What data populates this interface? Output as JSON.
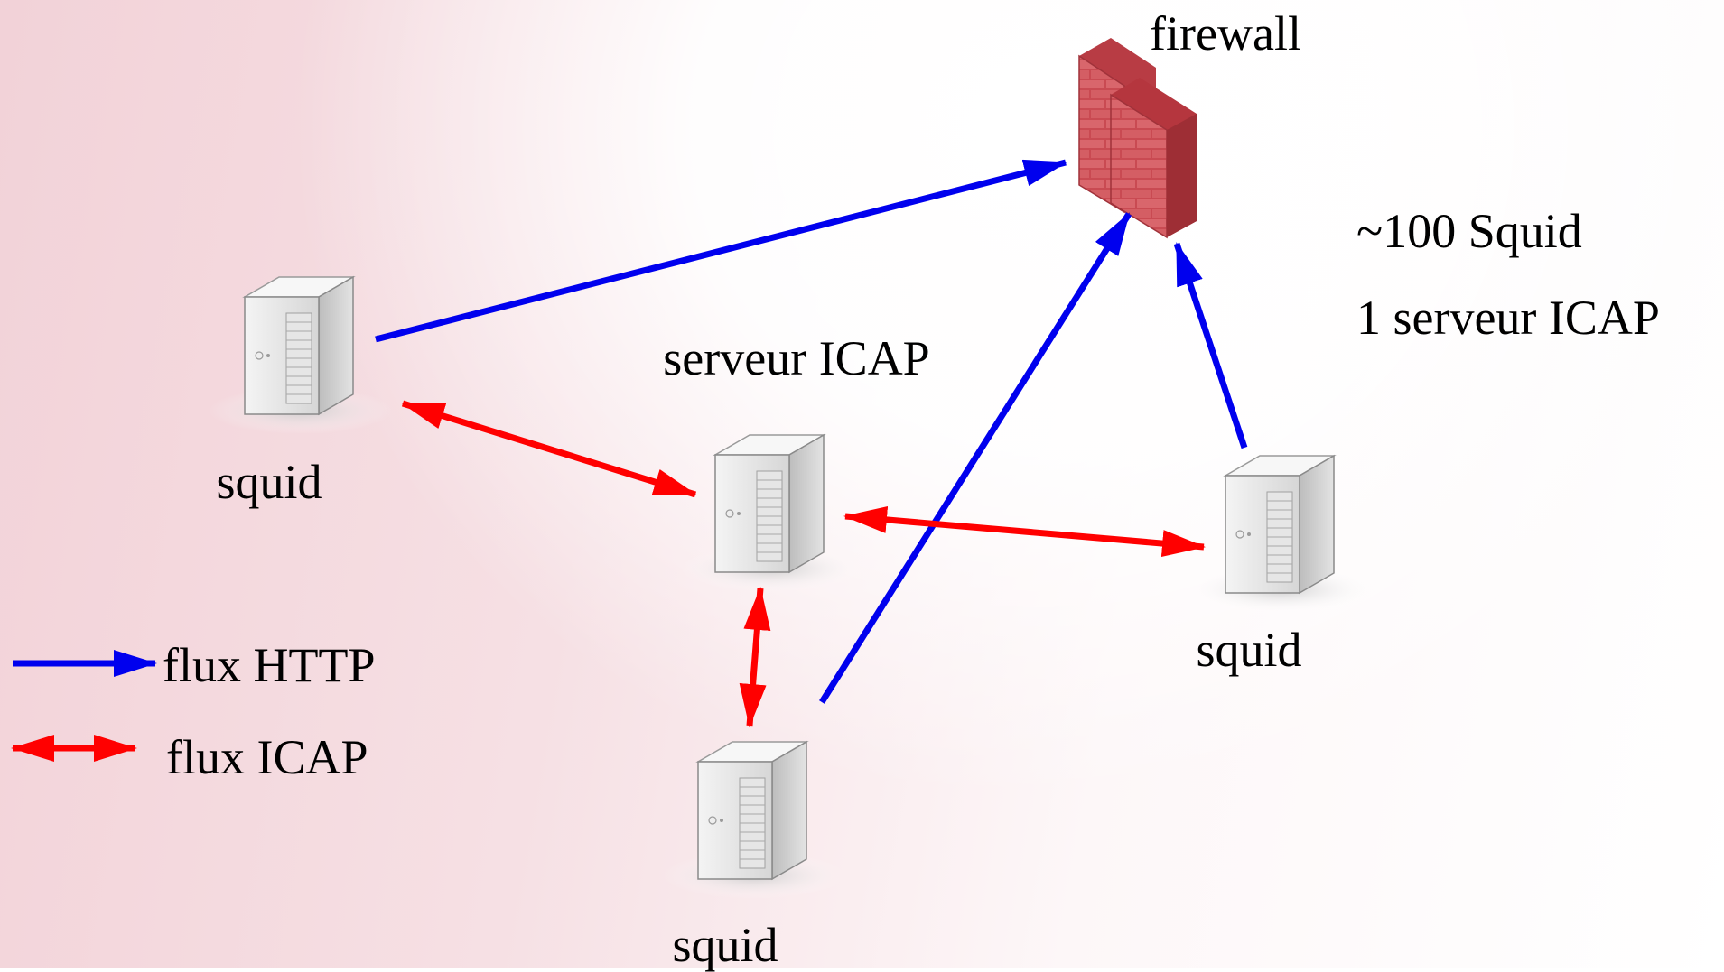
{
  "nodes": {
    "firewall": {
      "label": "firewall"
    },
    "icap_server": {
      "label": "serveur ICAP"
    },
    "squid_left": {
      "label": "squid"
    },
    "squid_right": {
      "label": "squid"
    },
    "squid_bottom": {
      "label": "squid"
    }
  },
  "notes": {
    "line1": "~100 Squid",
    "line2": "1 serveur ICAP"
  },
  "legend": {
    "http": {
      "label": "flux HTTP",
      "color": "#0000ee"
    },
    "icap": {
      "label": "flux ICAP",
      "color": "#ff0000"
    }
  },
  "icons": {
    "server": "server-tower-icon",
    "firewall": "brick-wall-icon"
  }
}
